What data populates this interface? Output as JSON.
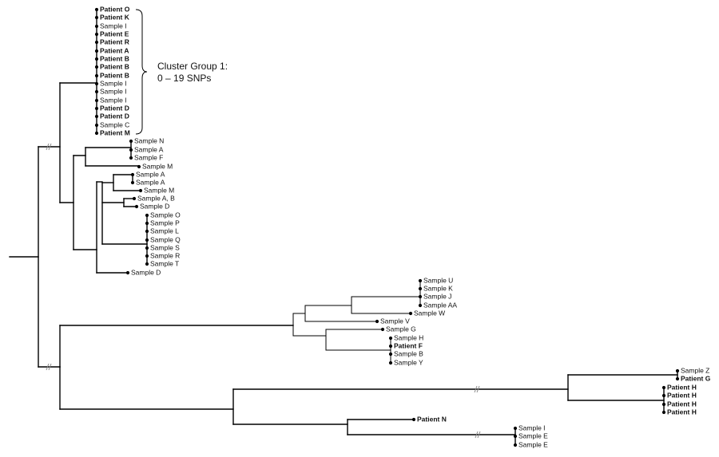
{
  "annotation": {
    "line1": "Cluster Group 1:",
    "line2": "0 – 19 SNPs"
  },
  "tips": [
    {
      "label": "Patient O",
      "bold": true
    },
    {
      "label": "Patient K",
      "bold": true
    },
    {
      "label": "Sample I",
      "bold": false
    },
    {
      "label": "Patient E",
      "bold": true
    },
    {
      "label": "Patient R",
      "bold": true
    },
    {
      "label": "Patient A",
      "bold": true
    },
    {
      "label": "Patient B",
      "bold": true
    },
    {
      "label": "Patient B",
      "bold": true
    },
    {
      "label": "Patient B",
      "bold": true
    },
    {
      "label": "Sample I",
      "bold": false
    },
    {
      "label": "Sample I",
      "bold": false
    },
    {
      "label": "Sample I",
      "bold": false
    },
    {
      "label": "Patient D",
      "bold": true
    },
    {
      "label": "Patient D",
      "bold": true
    },
    {
      "label": "Sample C",
      "bold": false
    },
    {
      "label": "Patient M",
      "bold": true
    },
    {
      "label": "Sample N",
      "bold": false
    },
    {
      "label": "Sample A",
      "bold": false
    },
    {
      "label": "Sample F",
      "bold": false
    },
    {
      "label": "Sample M",
      "bold": false
    },
    {
      "label": "Sample A",
      "bold": false
    },
    {
      "label": "Sample A",
      "bold": false
    },
    {
      "label": "Sample M",
      "bold": false
    },
    {
      "label": "Sample A, B",
      "bold": false
    },
    {
      "label": "Sample D",
      "bold": false
    },
    {
      "label": "Sample O",
      "bold": false
    },
    {
      "label": "Sample P",
      "bold": false
    },
    {
      "label": "Sample L",
      "bold": false
    },
    {
      "label": "Sample Q",
      "bold": false
    },
    {
      "label": "Sample S",
      "bold": false
    },
    {
      "label": "Sample R",
      "bold": false
    },
    {
      "label": "Sample T",
      "bold": false
    },
    {
      "label": "Sample D",
      "bold": false
    },
    {
      "label": "Sample U",
      "bold": false
    },
    {
      "label": "Sample K",
      "bold": false
    },
    {
      "label": "Sample J",
      "bold": false
    },
    {
      "label": "Sample AA",
      "bold": false
    },
    {
      "label": "Sample W",
      "bold": false
    },
    {
      "label": "Sample V",
      "bold": false
    },
    {
      "label": "Sample G",
      "bold": false
    },
    {
      "label": "Sample H",
      "bold": false
    },
    {
      "label": "Patient F",
      "bold": true
    },
    {
      "label": "Sample B",
      "bold": false
    },
    {
      "label": "Sample Y",
      "bold": false
    },
    {
      "label": "Sample Z",
      "bold": false
    },
    {
      "label": "Patient G",
      "bold": true
    },
    {
      "label": "Patient H",
      "bold": true
    },
    {
      "label": "Patient H",
      "bold": true
    },
    {
      "label": "Patient H",
      "bold": true
    },
    {
      "label": "Patient H",
      "bold": true
    },
    {
      "label": "Patient N",
      "bold": true
    },
    {
      "label": "Sample I",
      "bold": false
    },
    {
      "label": "Sample E",
      "bold": false
    },
    {
      "label": "Sample E",
      "bold": false
    }
  ]
}
